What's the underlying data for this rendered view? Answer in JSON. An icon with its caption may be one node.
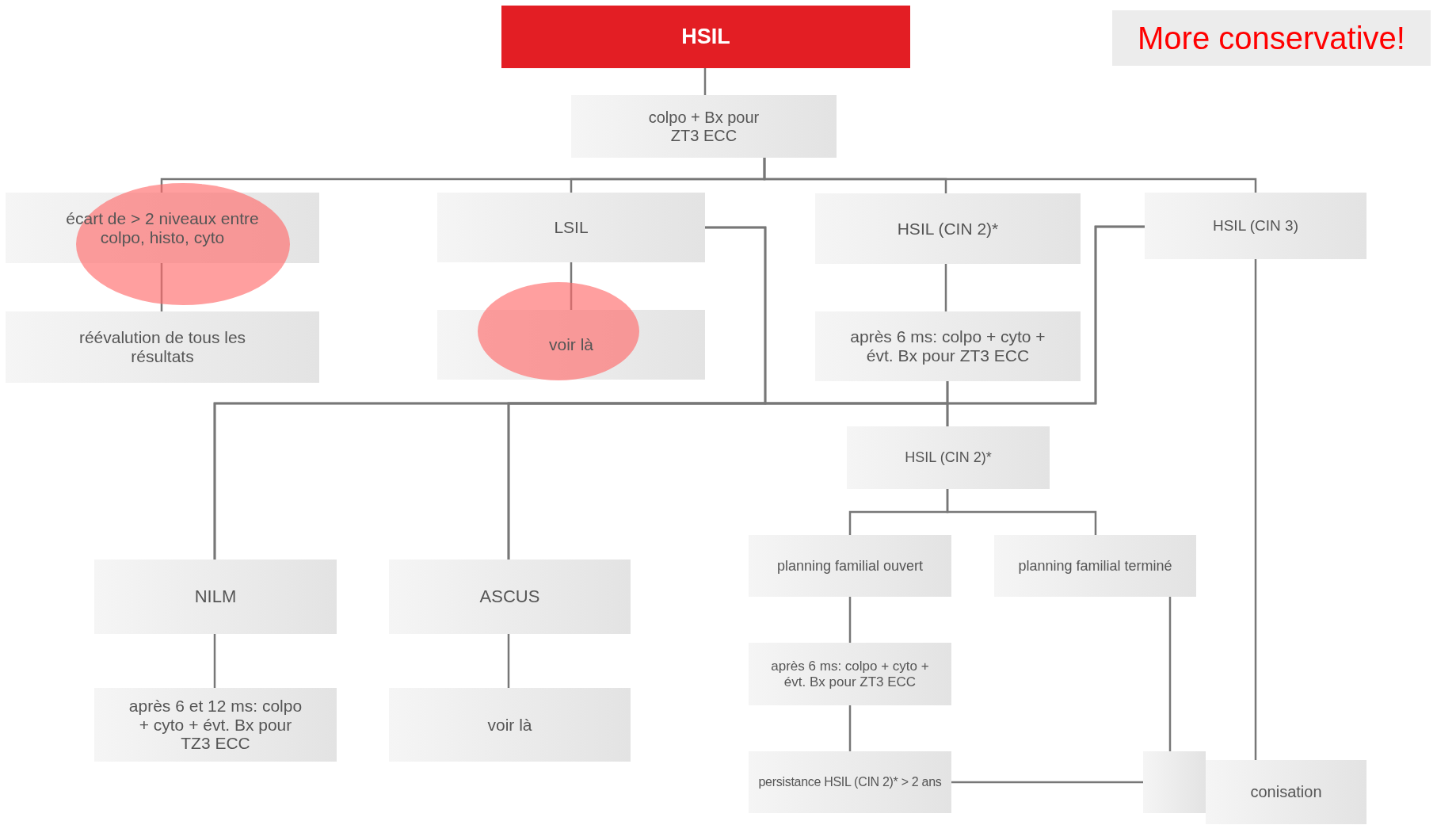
{
  "diagram": {
    "nodes": [
      {
        "text": [
          "HSIL"
        ]
      },
      {
        "text": [
          "colpo + Bx pour ZT3 ECC"
        ]
      },
      {
        "text": [
          "écart de > 2 niveaux entre colpo, histo, cyto"
        ]
      },
      {
        "text": [
          "réévalution de tous les résultats"
        ]
      },
      {
        "text": [
          "LSIL"
        ]
      },
      {
        "text": [
          "voir là"
        ]
      },
      {
        "text": [
          "HSIL (CIN 2)*"
        ]
      },
      {
        "text": [
          "après 6 ms: colpo + cyto + évt. Bx pour ZT3 ECC"
        ]
      },
      {
        "text": [
          "HSIL (CIN 3)"
        ]
      },
      {
        "text": [
          "HSIL (CIN 2)*"
        ]
      },
      {
        "text": [
          "NILM"
        ]
      },
      {
        "text": [
          "ASCUS"
        ]
      },
      {
        "text": [
          "planning familial ouvert"
        ]
      },
      {
        "text": [
          "planning familial terminé"
        ]
      },
      {
        "text": [
          "après 6 et 12 ms: colpo + cyto + évt. Bx pour TZ3 ECC"
        ]
      },
      {
        "text": [
          "voir là"
        ]
      },
      {
        "text": [
          "après 6 ms: colpo + cyto + évt. Bx pour ZT3 ECC"
        ]
      },
      {
        "text": [
          "persistance HSIL (CIN 2)* > 2 ans"
        ]
      },
      {
        "text": [],
        "shape": "box"
      },
      {
        "text": [
          "conisation"
        ]
      },
      {
        "text": [
          "More conservative!"
        ]
      }
    ],
    "edges": [
      {
        "from": 0,
        "to": 1,
        "arrow": "none"
      },
      {
        "from": 1,
        "to": 2,
        "arrow": "none"
      },
      {
        "from": 1,
        "to": 4,
        "arrow": "none"
      },
      {
        "from": 1,
        "to": 6,
        "arrow": "none"
      },
      {
        "from": 1,
        "to": 8,
        "arrow": "none"
      },
      {
        "from": 2,
        "to": 3,
        "arrow": "none"
      },
      {
        "from": 4,
        "to": 5,
        "arrow": "none"
      },
      {
        "from": 6,
        "to": 7,
        "arrow": "none"
      },
      {
        "from": 8,
        "to": 19,
        "arrow": "none"
      },
      {
        "from": 4,
        "to": 10,
        "arrow": "none"
      },
      {
        "from": 4,
        "to": 11,
        "arrow": "none"
      },
      {
        "from": 4,
        "to": 9,
        "arrow": "none"
      },
      {
        "from": 7,
        "to": 10,
        "arrow": "none"
      },
      {
        "from": 7,
        "to": 11,
        "arrow": "none"
      },
      {
        "from": 7,
        "to": 9,
        "arrow": "none"
      },
      {
        "from": 8,
        "to": 10,
        "arrow": "none"
      },
      {
        "from": 8,
        "to": 11,
        "arrow": "none"
      },
      {
        "from": 8,
        "to": 9,
        "arrow": "none"
      },
      {
        "from": 9,
        "to": 12,
        "arrow": "none"
      },
      {
        "from": 9,
        "to": 13,
        "arrow": "none"
      },
      {
        "from": 12,
        "to": 16,
        "arrow": "none"
      },
      {
        "from": 16,
        "to": 17,
        "arrow": "none"
      },
      {
        "from": 13,
        "to": 18,
        "arrow": "none"
      },
      {
        "from": 17,
        "to": 18,
        "arrow": "none"
      },
      {
        "from": 10,
        "to": 14,
        "arrow": "none"
      },
      {
        "from": 11,
        "to": 15,
        "arrow": "none"
      }
    ]
  }
}
